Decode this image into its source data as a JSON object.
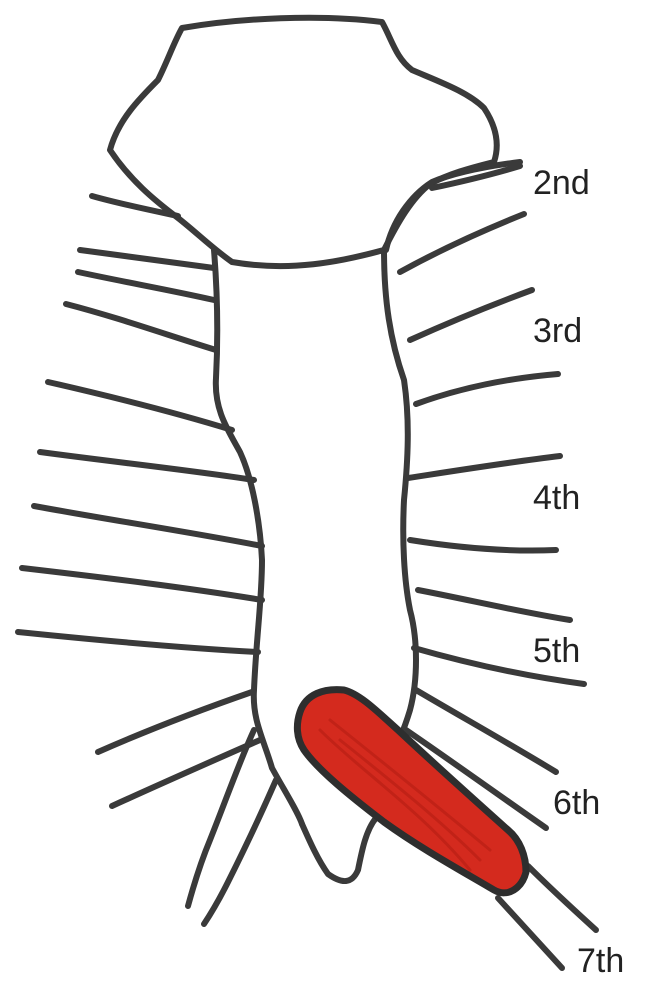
{
  "labels": {
    "rib_2": "2nd",
    "rib_3": "3rd",
    "rib_4": "4th",
    "rib_5": "5th",
    "rib_6": "6th",
    "rib_7": "7th"
  },
  "colors": {
    "ink": "#3a3a3a",
    "highlight_fill": "#d42a1e",
    "highlight_stroke": "#2e2e2e"
  }
}
